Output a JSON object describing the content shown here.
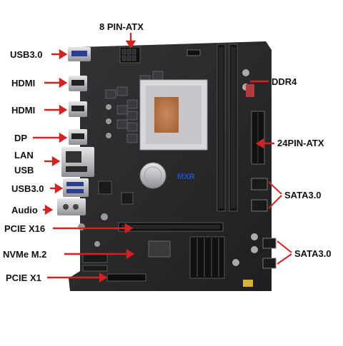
{
  "labels": {
    "atx8": "8 PIN-ATX",
    "usb30_top": "USB3.0",
    "hdmi1": "HDMI",
    "hdmi2": "HDMI",
    "dp": "DP",
    "lan": "LAN",
    "usb": "USB",
    "usb30_bottom": "USB3.0",
    "audio": "Audio",
    "pcie16": "PCIE X16",
    "nvme": "NVMe M.2",
    "pcie1": "PCIE X1",
    "ddr4": "DDR4",
    "atx24": "24PIN-ATX",
    "sata1": "SATA3.0",
    "sata2": "SATA3.0"
  },
  "board": {
    "brand": "MXR"
  },
  "colors": {
    "board": "#2b2b2d",
    "arrow": "#d32222",
    "brand": "#1d4fd8",
    "socket": "#cfcfd2",
    "cpu_pad": "#b87a4e"
  }
}
